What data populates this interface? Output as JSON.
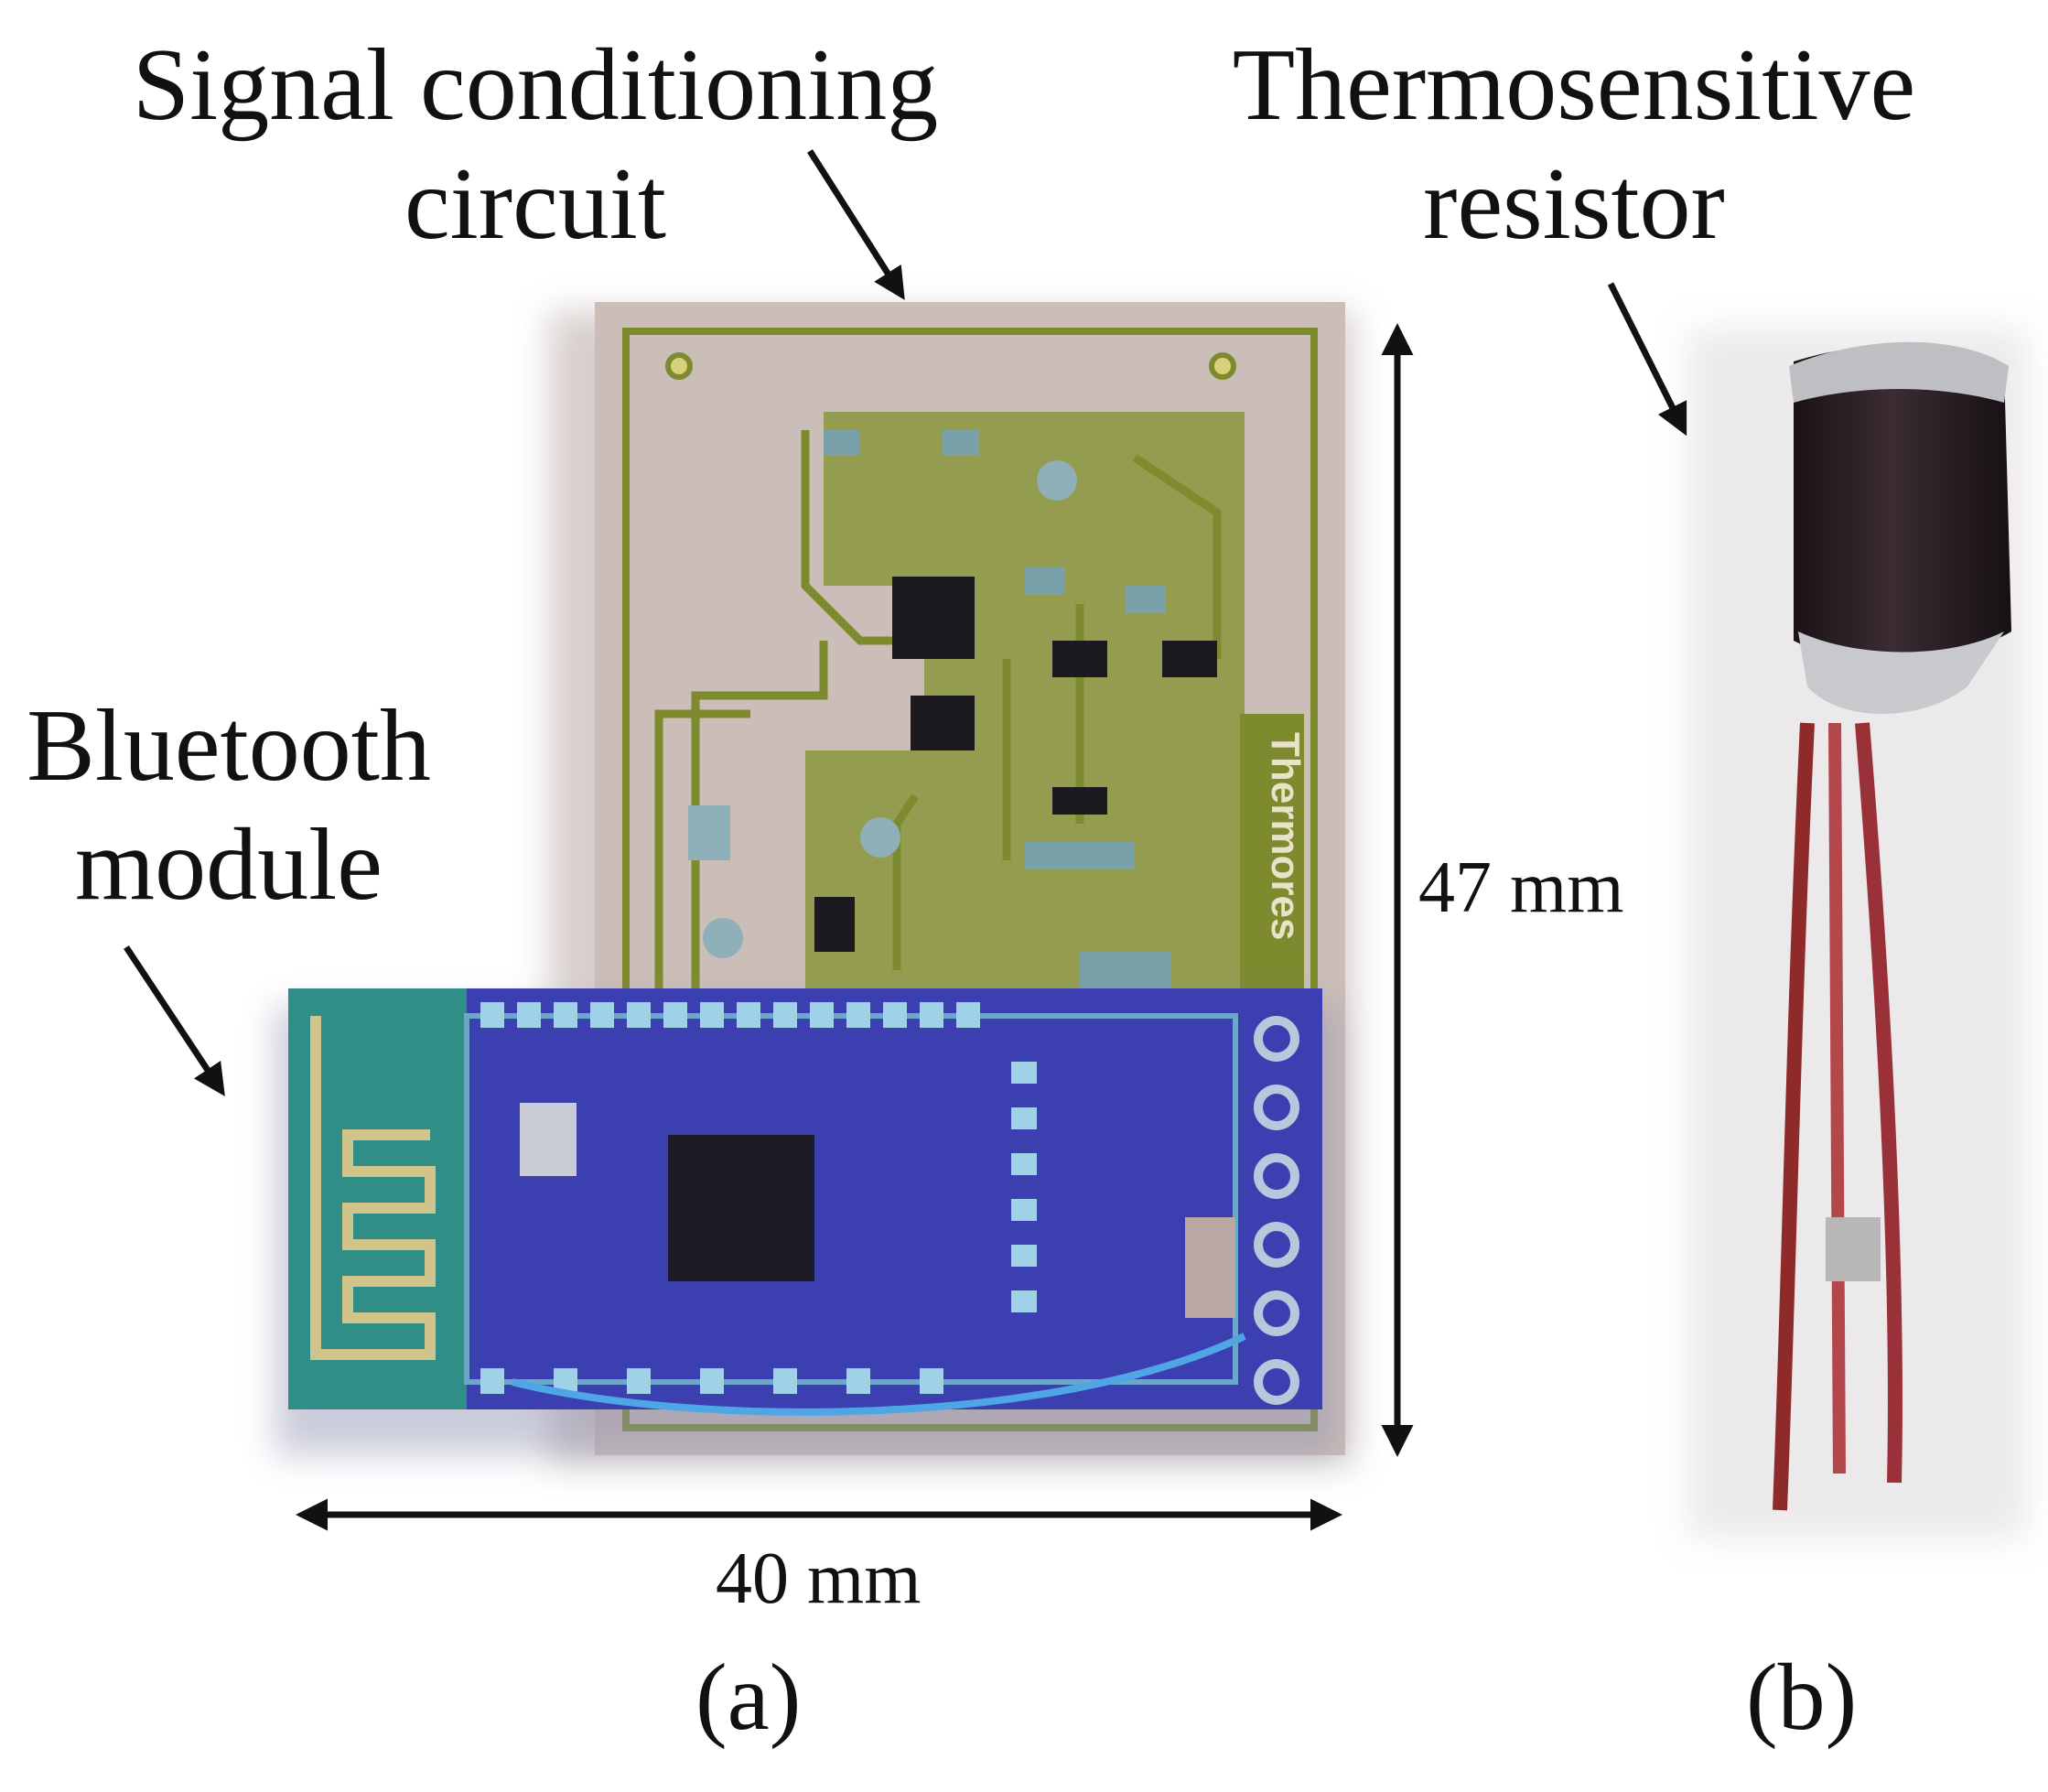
{
  "labels": {
    "signal_line1": "Signal conditioning",
    "signal_line2": "circuit",
    "thermo_line1": "Thermosensitive",
    "thermo_line2": "resistor",
    "bt_line1": "Bluetooth",
    "bt_line2": "module",
    "height_dim": "47 mm",
    "width_dim": "40 mm",
    "panel_a": "(a)",
    "panel_b": "(b)",
    "pcb_silkscreen": "Thermores"
  },
  "colors": {
    "pcb_copper": "#c9b9b2",
    "pcb_trace": "#7d8a2e",
    "bt_board": "#3c3fb0",
    "bt_antenna": "#2f8f87",
    "resistor_body": "#2a1f24",
    "wire_red": "#8e2a2a"
  }
}
